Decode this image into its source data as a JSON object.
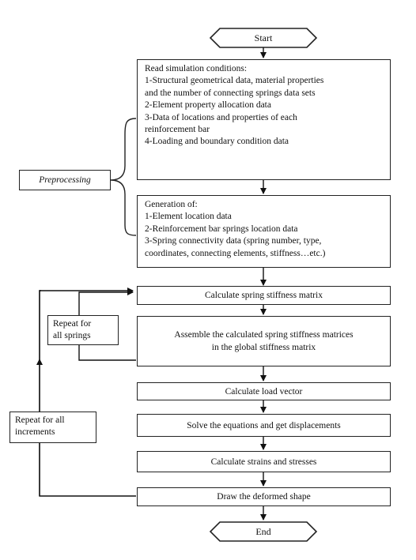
{
  "flowchart": {
    "start": "Start",
    "end": "End",
    "read_conditions": [
      "Read simulation conditions:",
      "1-Structural geometrical data, material properties",
      "and the number of connecting springs data sets",
      "2-Element property allocation data",
      "3-Data of locations and properties of each",
      "reinforcement bar",
      "4-Loading and boundary condition data"
    ],
    "generation": [
      "Generation of:",
      "1-Element location data",
      "2-Reinforcement bar springs location data",
      "3-Spring connectivity data (spring number, type,",
      "coordinates, connecting elements, stiffness…etc.)"
    ],
    "spring_stiffness": "Calculate spring stiffness matrix",
    "assemble": [
      "Assemble the calculated spring stiffness matrices",
      "in the global stiffness matrix"
    ],
    "load_vector": "Calculate load vector",
    "solve": "Solve the equations and get displacements",
    "strains": "Calculate strains and stresses",
    "draw": "Draw the deformed shape",
    "preprocessing": "Preprocessing",
    "repeat_springs": [
      "Repeat for",
      "all springs"
    ],
    "repeat_increments": [
      "Repeat for all",
      "increments"
    ]
  }
}
